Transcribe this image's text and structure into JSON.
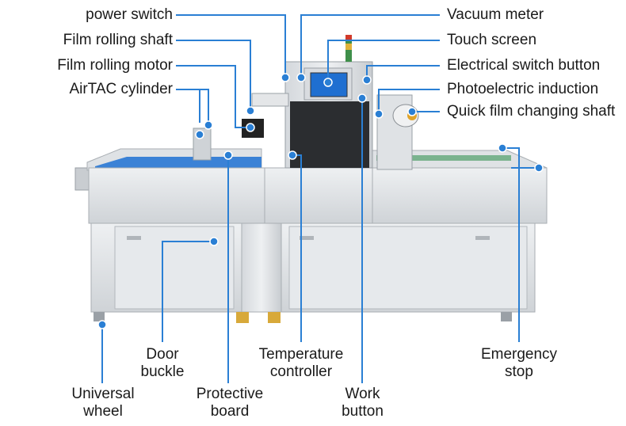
{
  "labels": {
    "power_switch": "power switch",
    "film_rolling_shaft": "Film rolling shaft",
    "film_rolling_motor": "Film rolling motor",
    "airtac_cylinder": "AirTAC cylinder",
    "vacuum_meter": "Vacuum meter",
    "touch_screen": "Touch screen",
    "electrical_switch_button": "Electrical switch button",
    "photoelectric_induction": "Photoelectric induction",
    "quick_film_changing_shaft": "Quick film changing shaft",
    "door_buckle_1": "Door",
    "door_buckle_2": "buckle",
    "temperature_controller_1": "Temperature",
    "temperature_controller_2": "controller",
    "emergency_stop_1": "Emergency",
    "emergency_stop_2": "stop",
    "universal_wheel_1": "Universal",
    "universal_wheel_2": "wheel",
    "protective_board_1": "Protective",
    "protective_board_2": "board",
    "work_button_1": "Work",
    "work_button_2": "button"
  },
  "colors": {
    "leader_line": "#2a7fd4",
    "marker": "#2a7fd4",
    "steel_light": "#e4e6e8",
    "steel_mid": "#c9cdd1",
    "steel_dark": "#9aa0a6",
    "conveyor_blue": "#3b82d6",
    "dark_chamber": "#2b2d30",
    "screen": "#1f6fd1"
  }
}
